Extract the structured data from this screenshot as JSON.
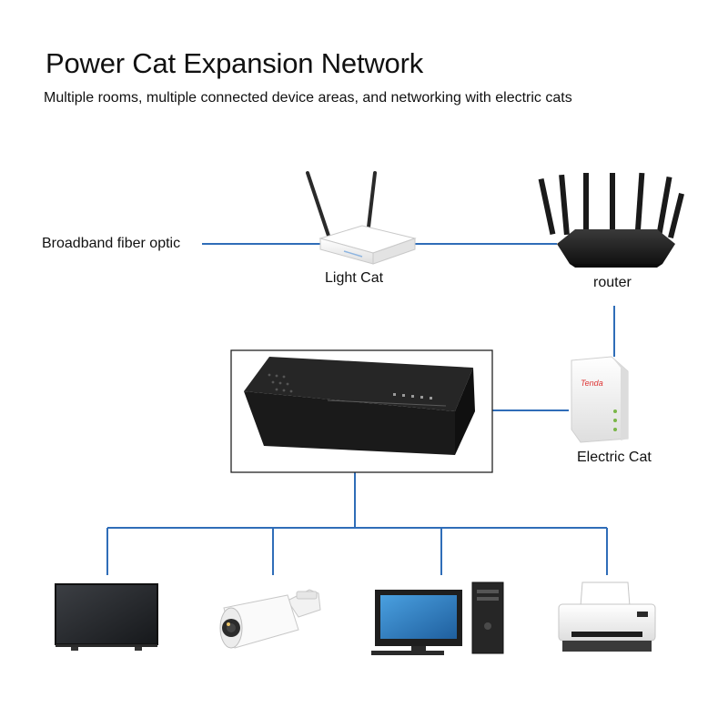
{
  "title": "Power Cat Expansion Network",
  "subtitle": "Multiple rooms, multiple connected device areas, and networking with electric cats",
  "nodes": {
    "fiber": "Broadband fiber optic",
    "light_cat": "Light Cat",
    "router": "router",
    "electric_cat": "Electric Cat",
    "electric_cat_brand": "Tenda"
  },
  "colors": {
    "link_line": "#2f6db8",
    "device_dark": "#1c1c1c",
    "device_white": "#f4f4f4"
  },
  "icons": [
    "light-cat-modem-icon",
    "router-icon",
    "electric-cat-adapter-icon",
    "network-switch-icon",
    "tv-icon",
    "camera-icon",
    "computer-icon",
    "printer-icon"
  ]
}
